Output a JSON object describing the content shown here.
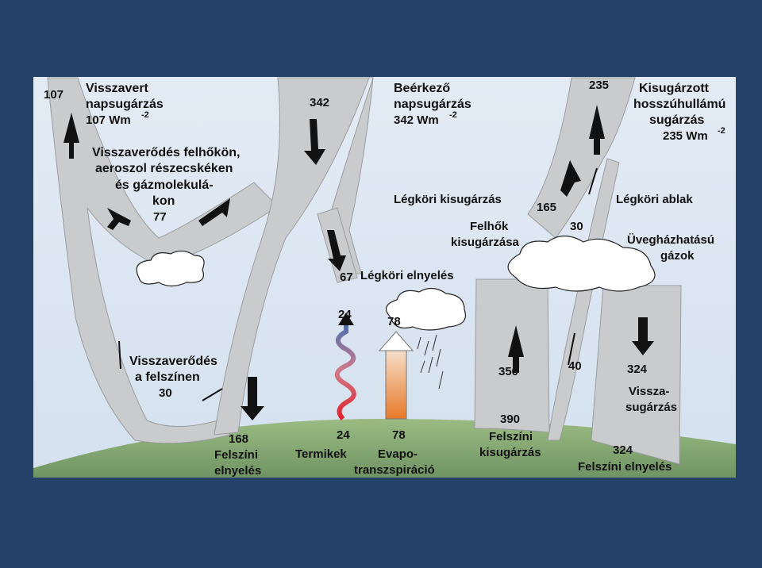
{
  "labels": {
    "reflected_solar": [
      "Visszavert",
      "napsugárzás",
      "107 Wm",
      "-2"
    ],
    "incoming_solar": [
      "Beérkező",
      "napsugárzás",
      "342 Wm",
      "-2"
    ],
    "outgoing_longwave": [
      "Kisugárzott",
      "hosszúhullámú",
      "sugárzás",
      "235 Wm",
      "-2"
    ],
    "reflected_clouds": [
      "Visszaverődés felhőkön,",
      "aeroszol részecskéken",
      "és gázmolekulá-",
      "kon"
    ],
    "atmospheric_emission": "Légköri kisugárzás",
    "atmospheric_window": "Légköri ablak",
    "cloud_emission": [
      "Felhők",
      "kisugárzása"
    ],
    "greenhouse_gases": [
      "Üvegházhatású",
      "gázok"
    ],
    "atmospheric_absorption": "Légköri elnyelés",
    "surface_reflection": [
      "Visszaverődés",
      "a felszínen"
    ],
    "back_radiation": [
      "Vissza-",
      "sugárzás"
    ],
    "surface_absorption_solar": [
      "Felszíni",
      "elnyelés"
    ],
    "thermals": "Termikek",
    "evapotranspiration": [
      "Evapo-",
      "transzspiráció"
    ],
    "surface_radiation": [
      "Felszíni",
      "kisugárzás"
    ],
    "surface_absorption_back": "Felszíni elnyelés"
  },
  "values": {
    "reflected_total": "107",
    "incoming": "342",
    "outgoing": "235",
    "reflected_clouds": "77",
    "atmospheric_emission": "165",
    "cloud_emission": "30",
    "absorbed_atmosphere": "67",
    "surface_reflected": "30",
    "thermals_top": "24",
    "latent_top": "78",
    "surface_up": "350",
    "window": "40",
    "back_radiation": "324",
    "surface_solar": "168",
    "thermals_bottom": "24",
    "latent_bottom": "78",
    "surface_emission": "390",
    "surface_back_absorbed": "324"
  },
  "colors": {
    "frame": "#26426a",
    "sky": "#dce6f2",
    "ground": "#8fae78",
    "band": "#c9cbcd"
  }
}
